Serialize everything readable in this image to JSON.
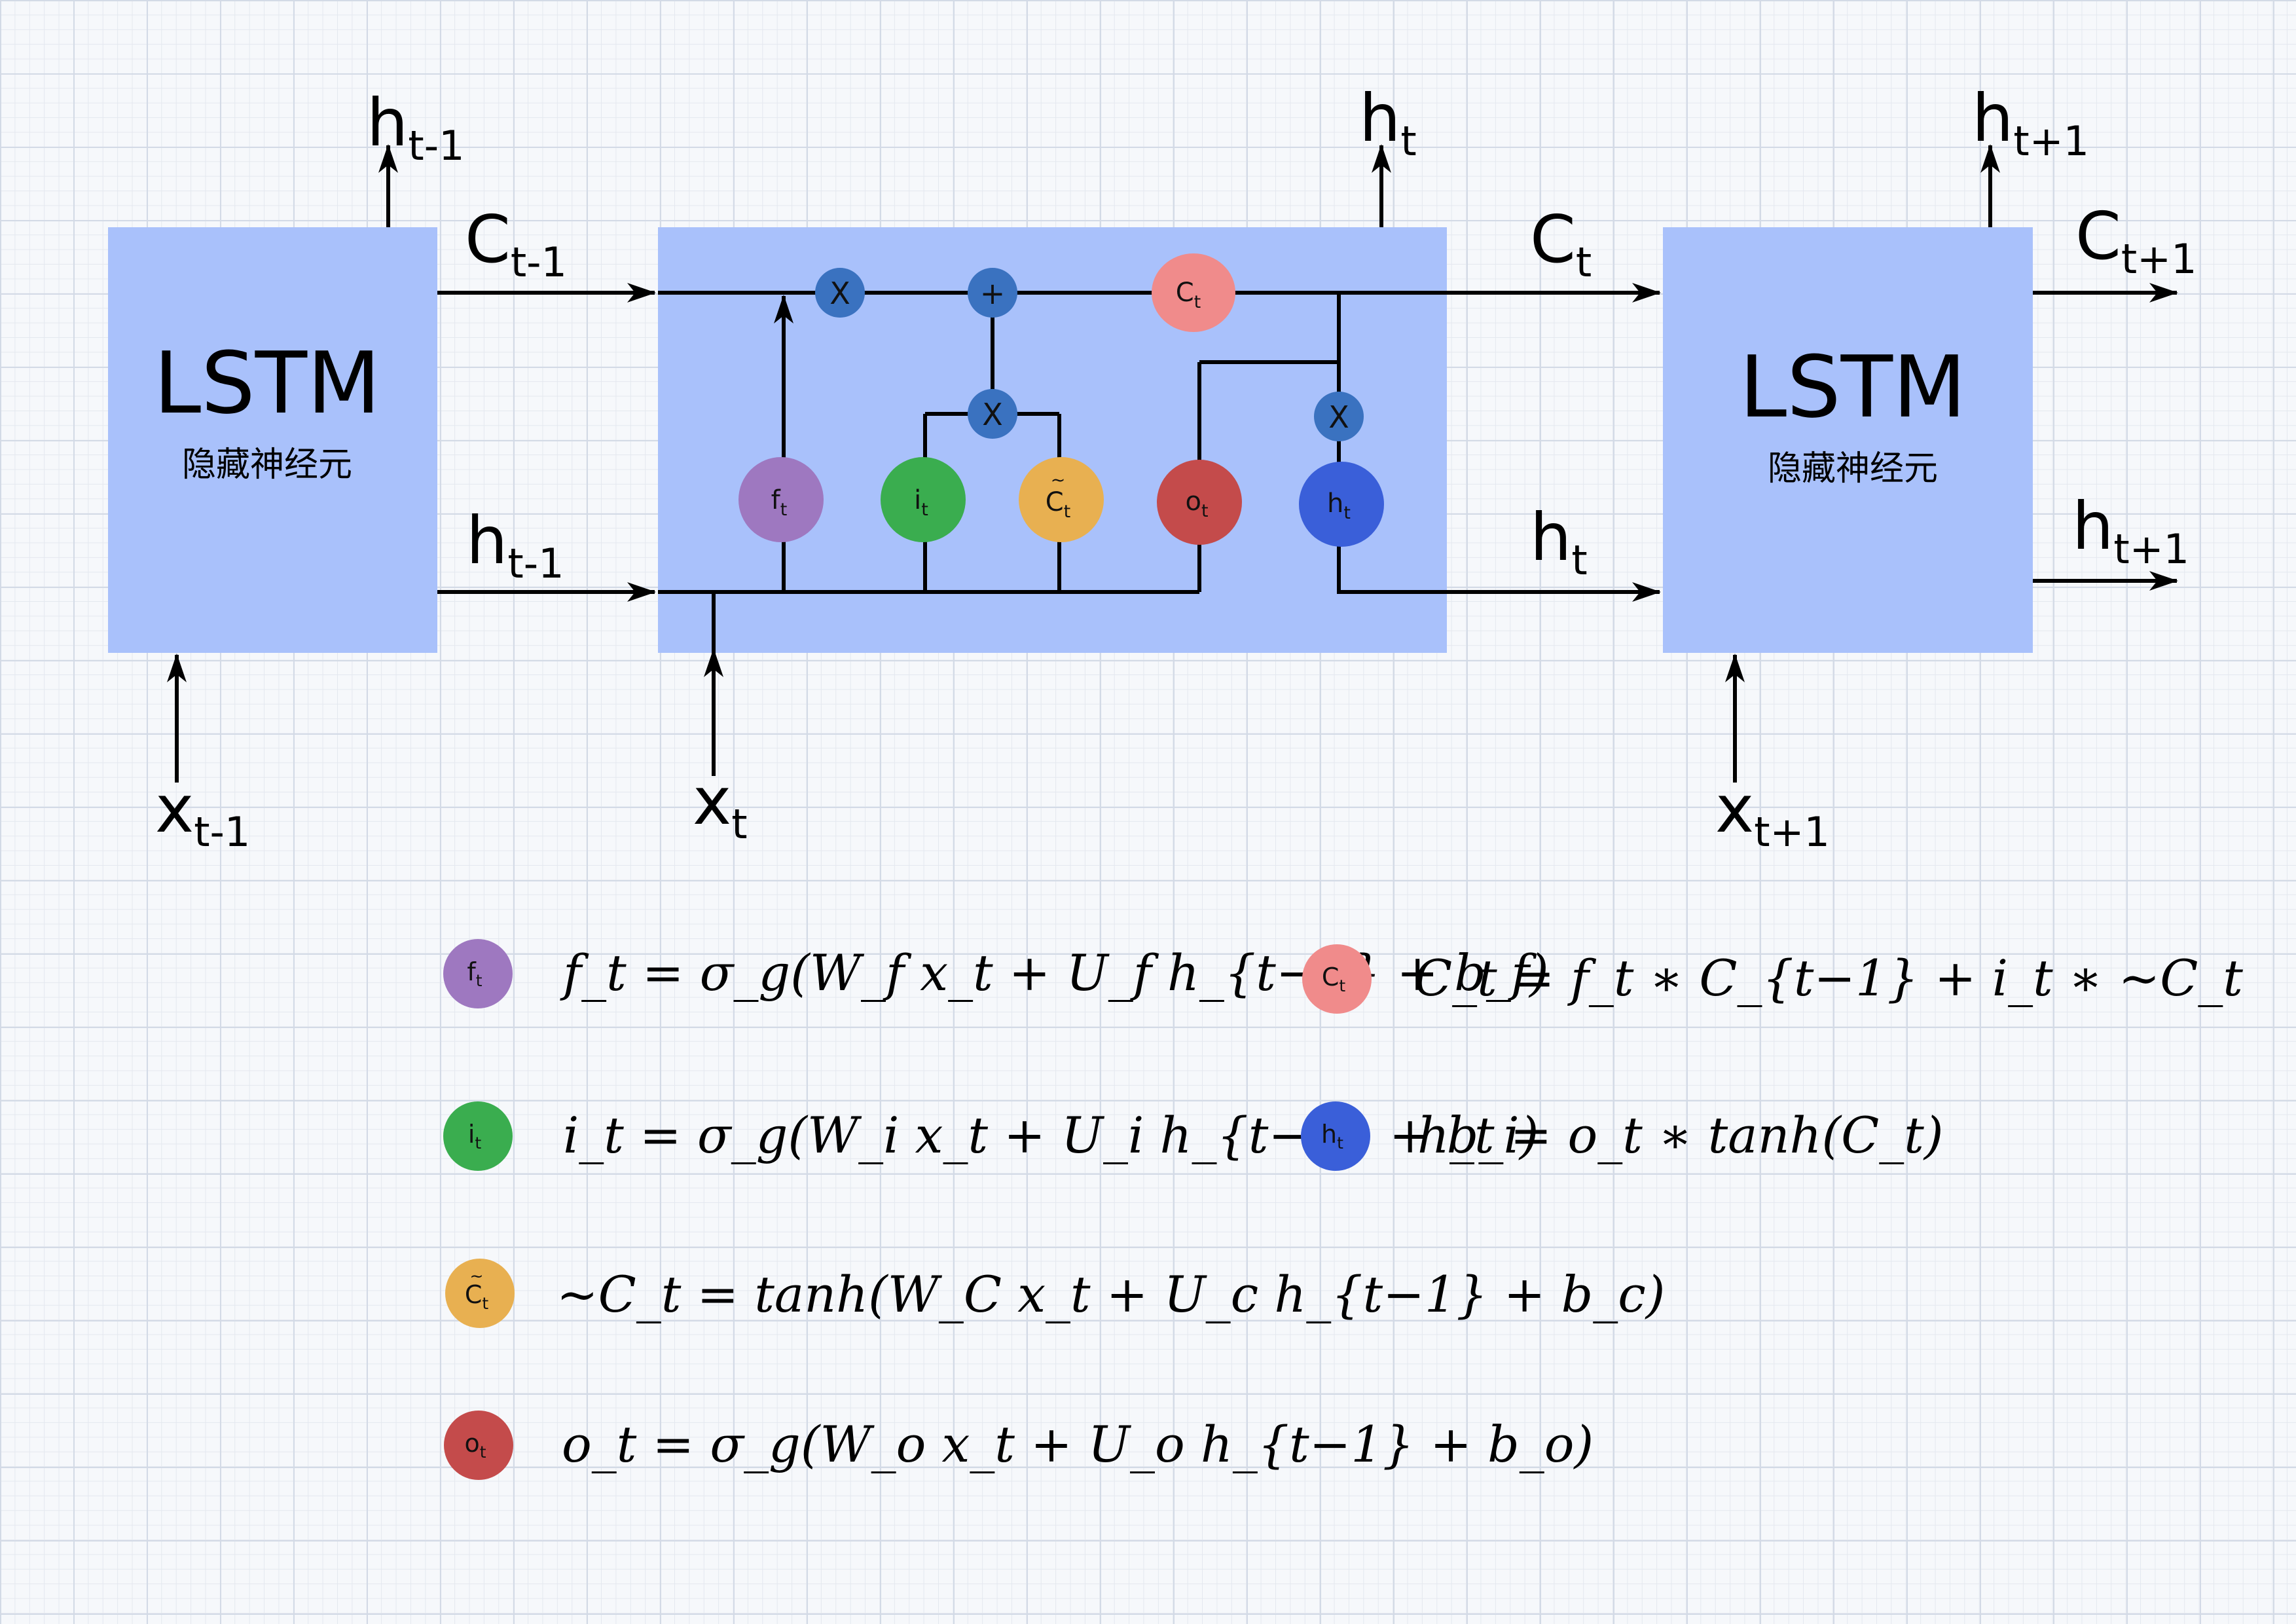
{
  "left_cell": {
    "title": "LSTM",
    "subtitle": "隐藏神经元"
  },
  "right_cell": {
    "title": "LSTM",
    "subtitle": "隐藏神经元"
  },
  "labels": {
    "h_prev_top": {
      "base": "h",
      "sub": "t-1"
    },
    "c_prev": {
      "base": "C",
      "sub": "t-1"
    },
    "h_prev_mid": {
      "base": "h",
      "sub": "t-1"
    },
    "x_prev": {
      "base": "x",
      "sub": "t-1"
    },
    "x_cur": {
      "base": "x",
      "sub": "t"
    },
    "h_cur_top": {
      "base": "h",
      "sub": "t"
    },
    "c_cur": {
      "base": "C",
      "sub": "t"
    },
    "h_cur_mid": {
      "base": "h",
      "sub": "t"
    },
    "x_next": {
      "base": "x",
      "sub": "t+1"
    },
    "h_next_top": {
      "base": "h",
      "sub": "t+1"
    },
    "c_next": {
      "base": "C",
      "sub": "t+1"
    },
    "h_next_mid": {
      "base": "h",
      "sub": "t+1"
    }
  },
  "operators": {
    "mul": "X",
    "add": "+"
  },
  "nodes": {
    "forget": {
      "base": "f",
      "sub": "t",
      "color": "#9e78c0"
    },
    "input": {
      "base": "i",
      "sub": "t",
      "color": "#3aad4f"
    },
    "candidate": {
      "base": "C",
      "sub": "t",
      "tilde": "~",
      "color": "#e8b051"
    },
    "output": {
      "base": "o",
      "sub": "t",
      "color": "#c44b4b"
    },
    "hidden": {
      "base": "h",
      "sub": "t",
      "color": "#3a5fd9"
    },
    "cell": {
      "base": "C",
      "sub": "t",
      "color": "#f08b8b"
    }
  },
  "colors": {
    "cell_box": "#a9c1fb",
    "operator": "#3a72c0"
  },
  "equations": {
    "forget": "f_t = σ_g(W_f x_t + U_f h_{t−1} + b_f)",
    "input": "i_t = σ_g(W_i x_t + U_i h_{t−1} + b_i)",
    "candidate": "~C_t = tanh(W_C x_t + U_c h_{t−1} + b_c)",
    "output": "o_t = σ_g(W_o x_t + U_o h_{t−1} + b_o)",
    "cell": "C_t = f_t ∗ C_{t−1} + i_t ∗ ~C_t",
    "hidden": "h_t = o_t ∗ tanh(C_t)"
  }
}
